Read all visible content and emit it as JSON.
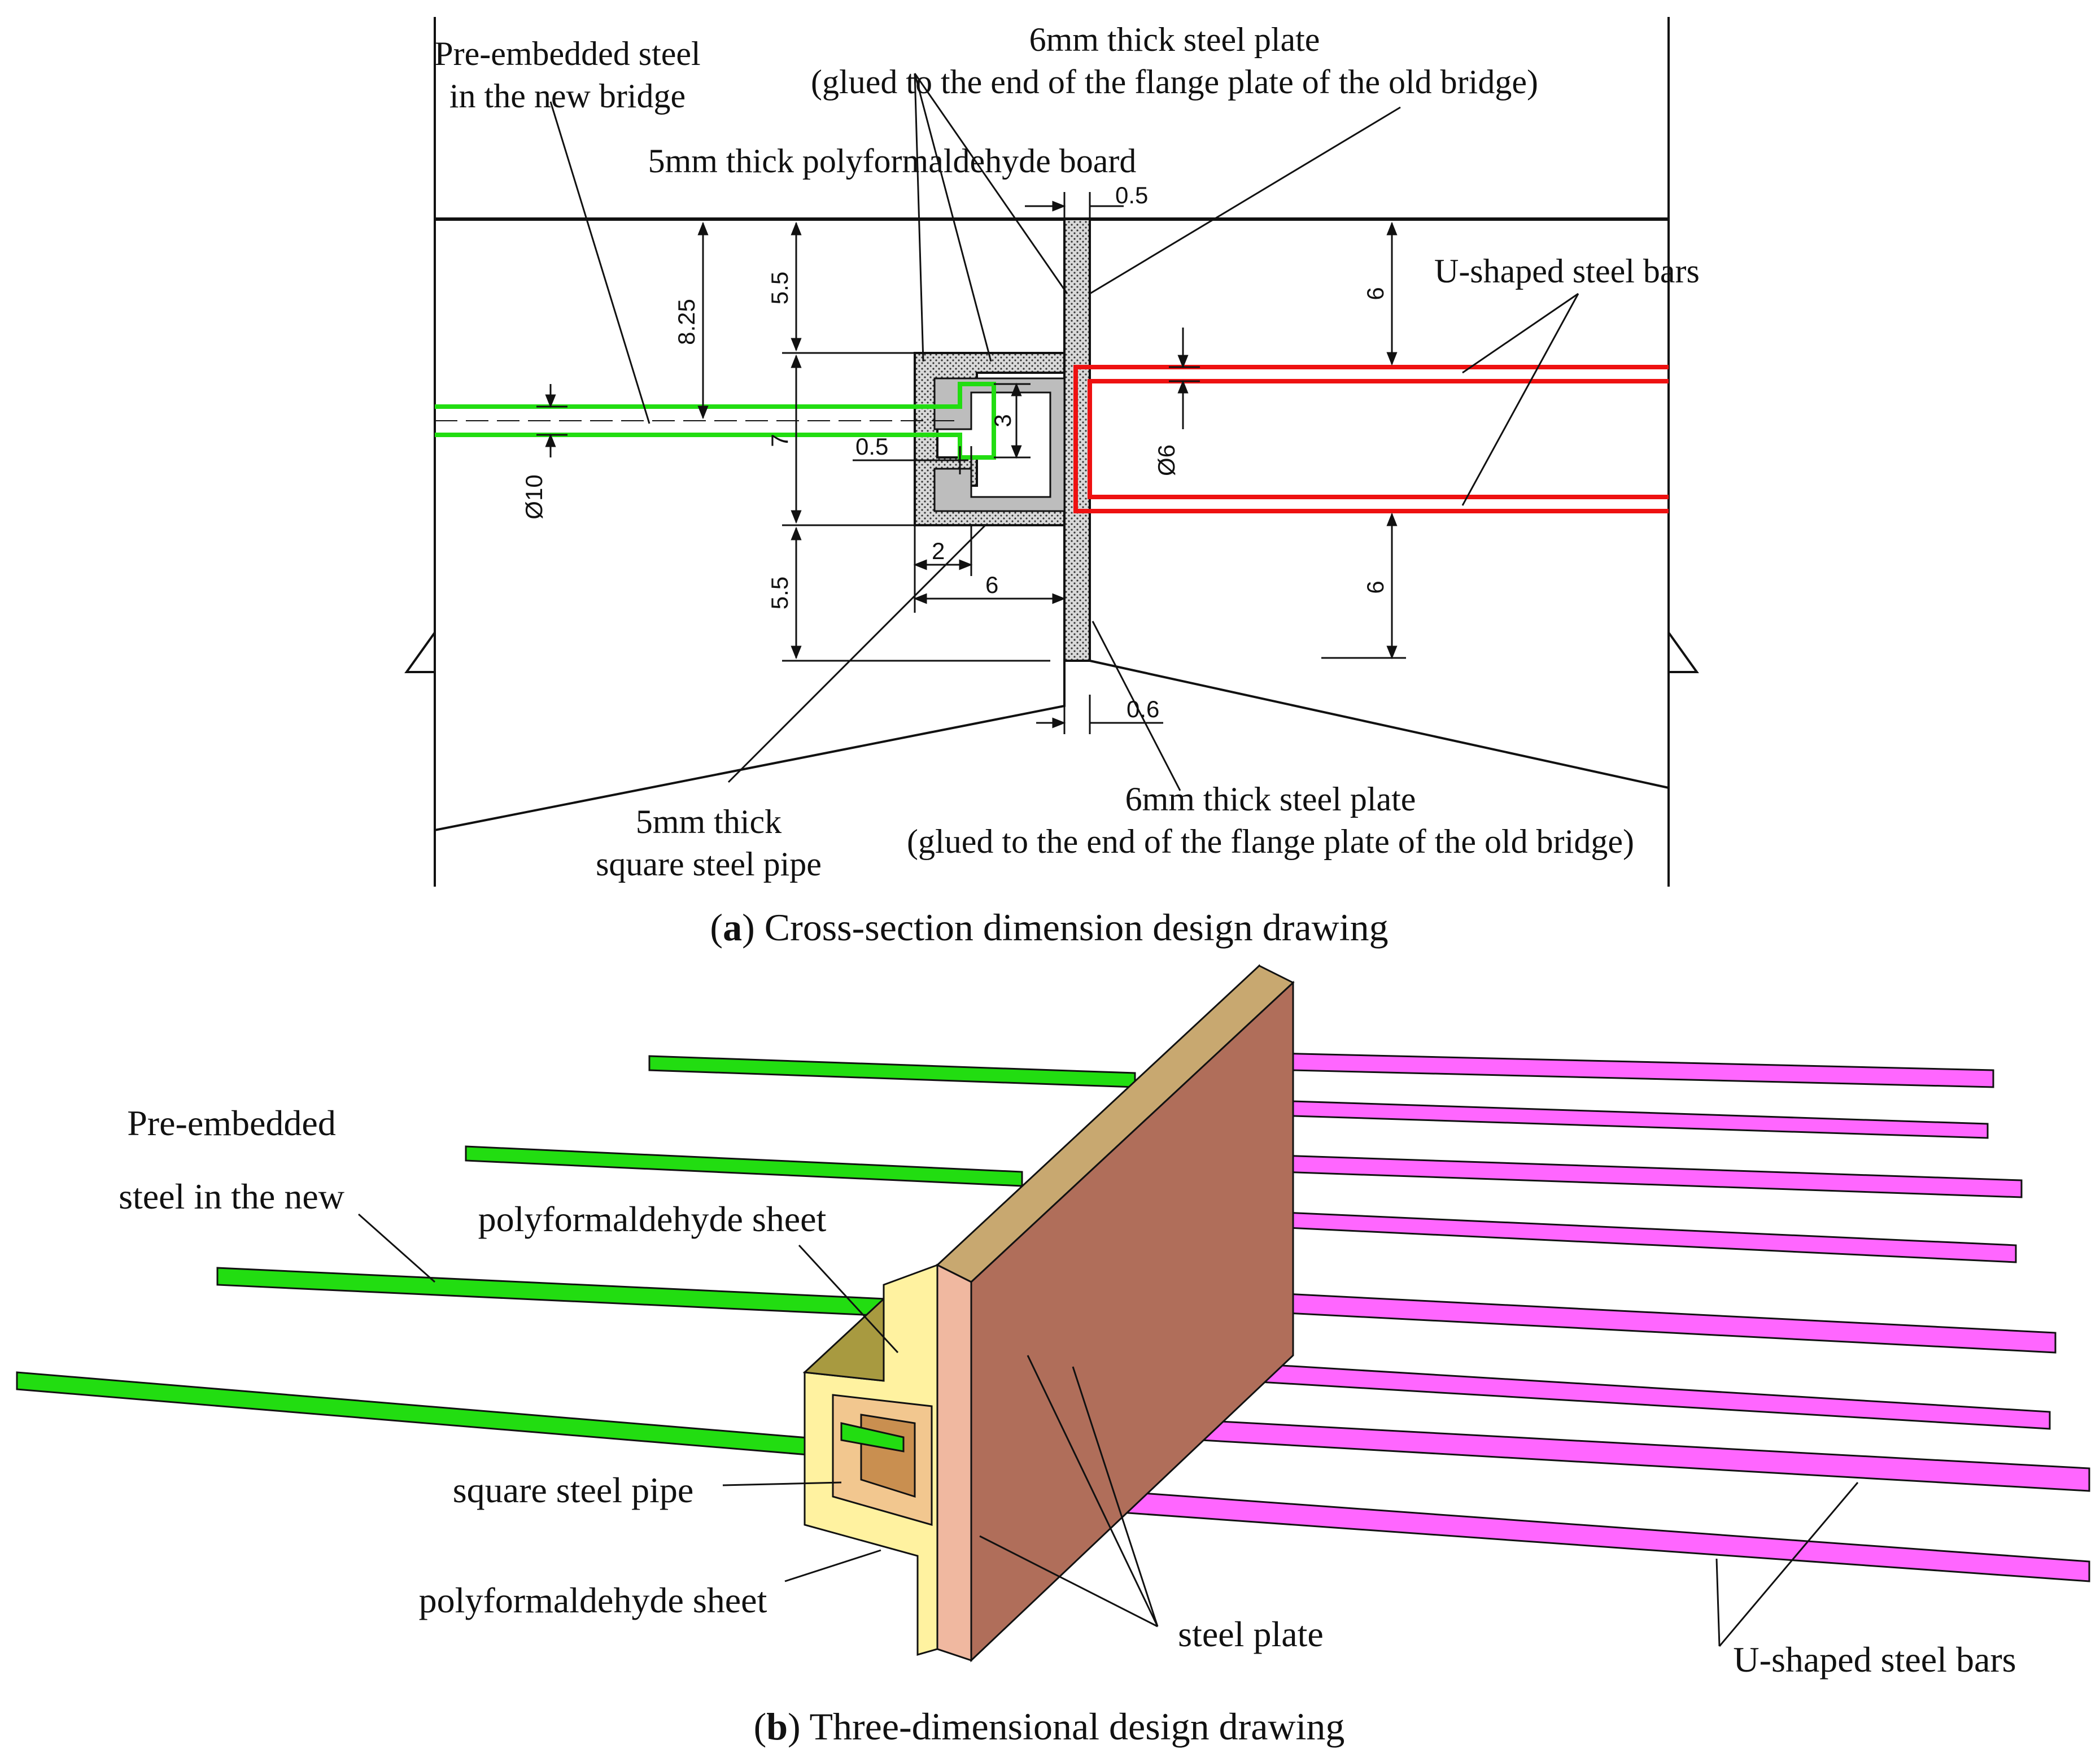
{
  "panel_a": {
    "label_pre_embedded": [
      "Pre-embedded steel",
      "in the new bridge"
    ],
    "label_plate_top": [
      "6mm thick steel plate",
      "(glued to the end of the flange plate of the old bridge)"
    ],
    "label_pom_board": "5mm thick polyformaldehyde board",
    "label_u_bars": "U-shaped steel bars",
    "label_pipe": [
      "5mm thick",
      "square steel pipe"
    ],
    "label_plate_bottom": [
      "6mm thick steel plate",
      "(glued to the end of the flange plate of the old bridge)"
    ],
    "dims": {
      "d_0_5_top": "0.5",
      "d_8_25": "8.25",
      "d_5_5_top": "5.5",
      "d_7": "7",
      "d_5_5_bottom": "5.5",
      "d_3": "3",
      "d_0_5_mid": "0.5",
      "d_phi10": "Ø10",
      "d_2": "2",
      "d_6_width": "6",
      "d_6_right_top": "6",
      "d_phi6": "Ø6",
      "d_6_right_bottom": "6",
      "d_0_6": "0.6"
    },
    "caption_letter": "a",
    "caption_text": "Cross-section dimension design drawing"
  },
  "panel_b": {
    "label_pre_embedded": [
      "Pre-embedded",
      "steel in the new"
    ],
    "label_pom_sheet_top": "polyformaldehyde sheet",
    "label_pipe": "square steel pipe",
    "label_pom_sheet_bottom": "polyformaldehyde sheet",
    "label_plate": "steel plate",
    "label_u_bars": "U-shaped steel bars",
    "caption_letter": "b",
    "caption_text": "Three-dimensional design drawing"
  },
  "colors": {
    "green_bar": "#22dd11",
    "red_bar": "#ee1111",
    "magenta_bar": "#ff66ff",
    "steel_plate": "#b06e5a",
    "pom_sheet": "#fff2a0",
    "pipe": "#e8a560"
  }
}
